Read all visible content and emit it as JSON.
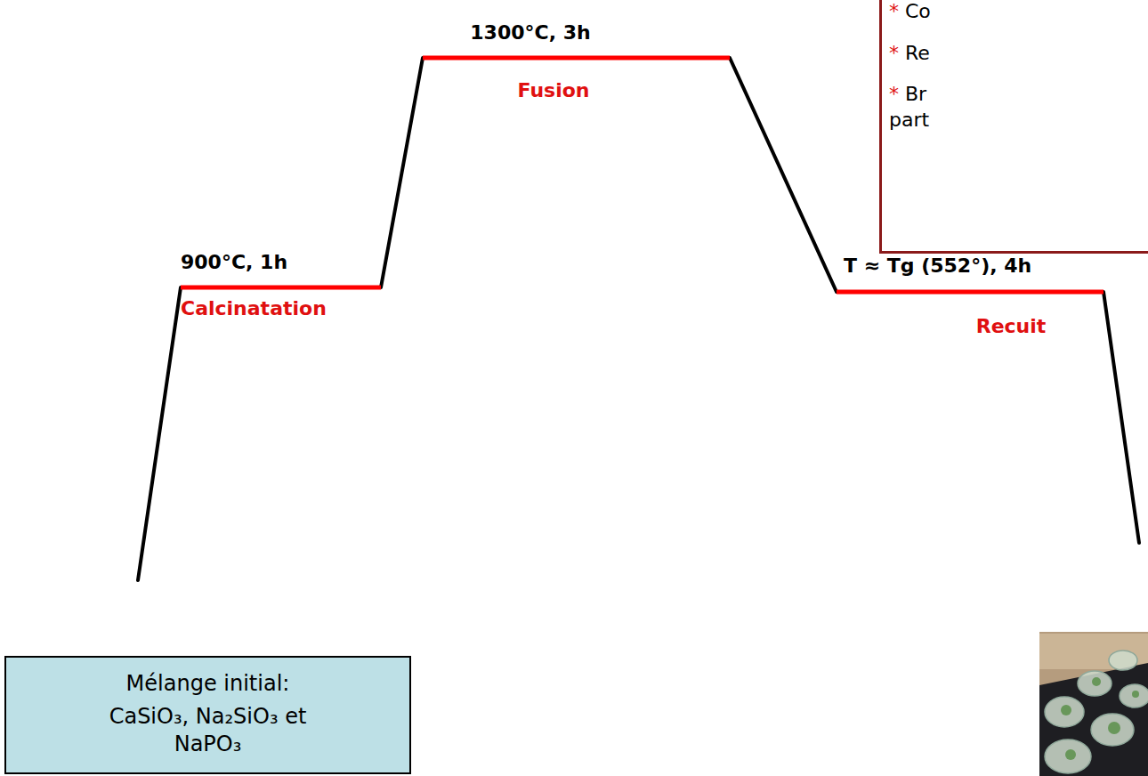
{
  "diagram": {
    "nodes": [
      {
        "text": [
          "Mélange initial:",
          "CaSiO₃, Na₂SiO₃ et NaPO₃"
        ]
      },
      {
        "text": [
          "* Co",
          "* Re",
          "* Br part"
        ]
      }
    ],
    "labels": [
      "900°C, 1h",
      "Calcinatation",
      "1300°C, 3h",
      "Fusion",
      "T ≈ Tg (552°), 4h",
      "Recuit"
    ]
  }
}
